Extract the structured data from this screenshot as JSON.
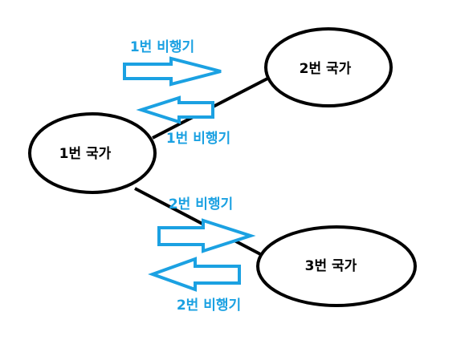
{
  "nodes": {
    "country_1": "1번 국가",
    "country_2": "2번 국가",
    "country_3": "3번 국가"
  },
  "flights": {
    "route_1_outbound": "1번 비행기",
    "route_1_return": "1번 비행기",
    "route_2_outbound": "2번 비행기",
    "route_2_return": "2번 비행기"
  },
  "colors": {
    "node_stroke": "#000000",
    "link": "#000000",
    "arrow_stroke": "#1ba1e2",
    "flight_text": "#1ba1e2"
  }
}
